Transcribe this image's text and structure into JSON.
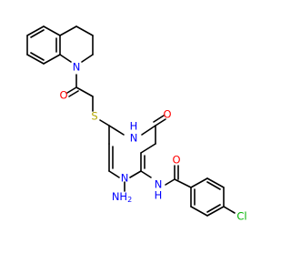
{
  "molecule": {
    "colors": {
      "bond": "#000000",
      "nitrogen": "#0000ff",
      "oxygen": "#ff0000",
      "sulfur": "#b3a600",
      "chlorine": "#00b300",
      "carbon": "#000000"
    },
    "labels": {
      "n_quinoline": "N",
      "o_ketone": "O",
      "s_thioether": "S",
      "nh_ring": "N",
      "nh_ring_h": "H",
      "o_pyrimidinone": "O",
      "n_ring": "N",
      "nh2_amine": "NH",
      "nh2_amine_sub": "2",
      "nh_amide_h": "H",
      "nh_amide_n": "N",
      "o_amide": "O",
      "cl": "Cl"
    }
  }
}
